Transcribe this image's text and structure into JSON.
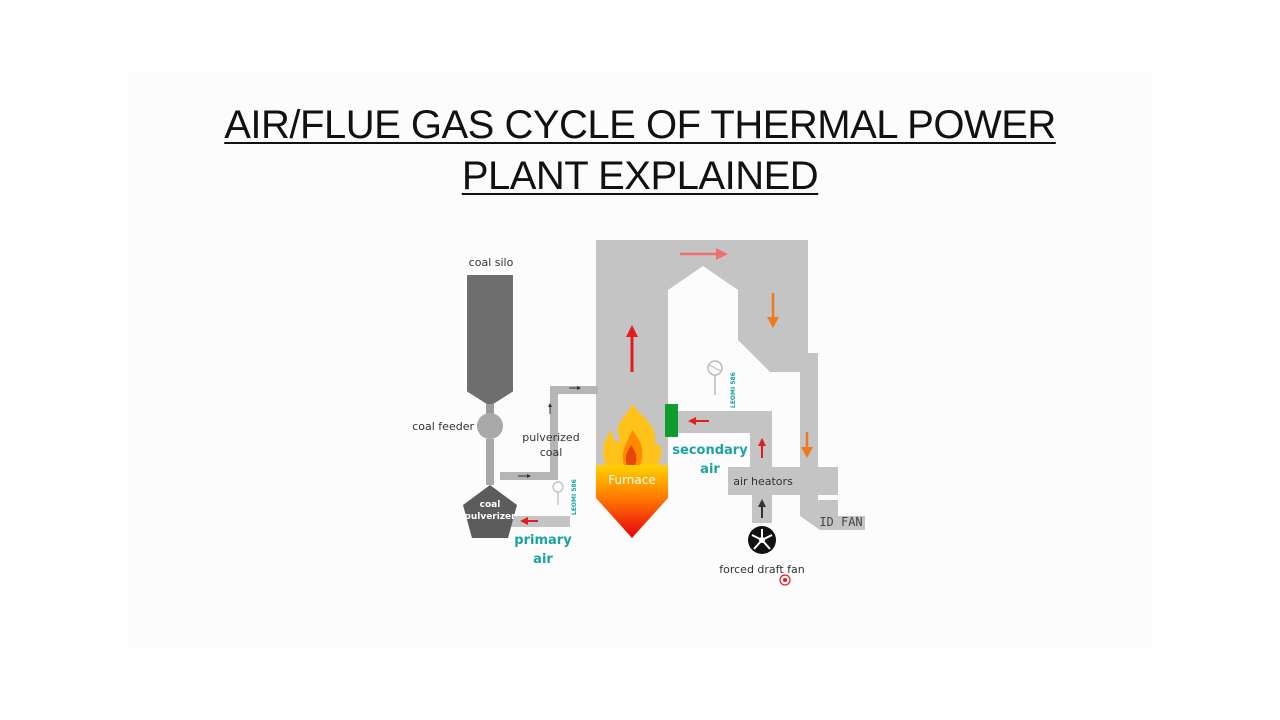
{
  "title": {
    "line1": "AIR/FLUE GAS CYCLE OF THERMAL POWER",
    "line2": "PLANT EXPLAINED"
  },
  "diagram": {
    "labels": {
      "coal_silo": "coal silo",
      "coal_feeder": "coal feeder",
      "coal_pulverizer_1": "coal",
      "coal_pulverizer_2": "pulverizer",
      "pulverized_coal_1": "pulverized",
      "pulverized_coal_2": "coal",
      "primary_air_1": "primary",
      "primary_air_2": "air",
      "secondary_air_1": "secondary",
      "secondary_air_2": "air",
      "furnace": "Furnace",
      "air_heaters": "air heators",
      "forced_draft_fan": "forced draft fan",
      "id_fan": "ID FAN",
      "watermark": "LEOMI 586"
    },
    "colors": {
      "duct": "#c4c4c4",
      "silo": "#6e6e6e",
      "pulverizer": "#5c5c5c",
      "teal_text": "#1aa3a3",
      "flow_arrow_red": "#e31d1d",
      "flow_arrow_orange": "#f07a1a",
      "burner": "#0f9e2e",
      "furnace_top": "#ffd200",
      "furnace_bottom": "#e8000f"
    },
    "icons": [
      "flame-icon",
      "fan-icon",
      "thermometer-icon",
      "cursor-dot-icon"
    ]
  }
}
